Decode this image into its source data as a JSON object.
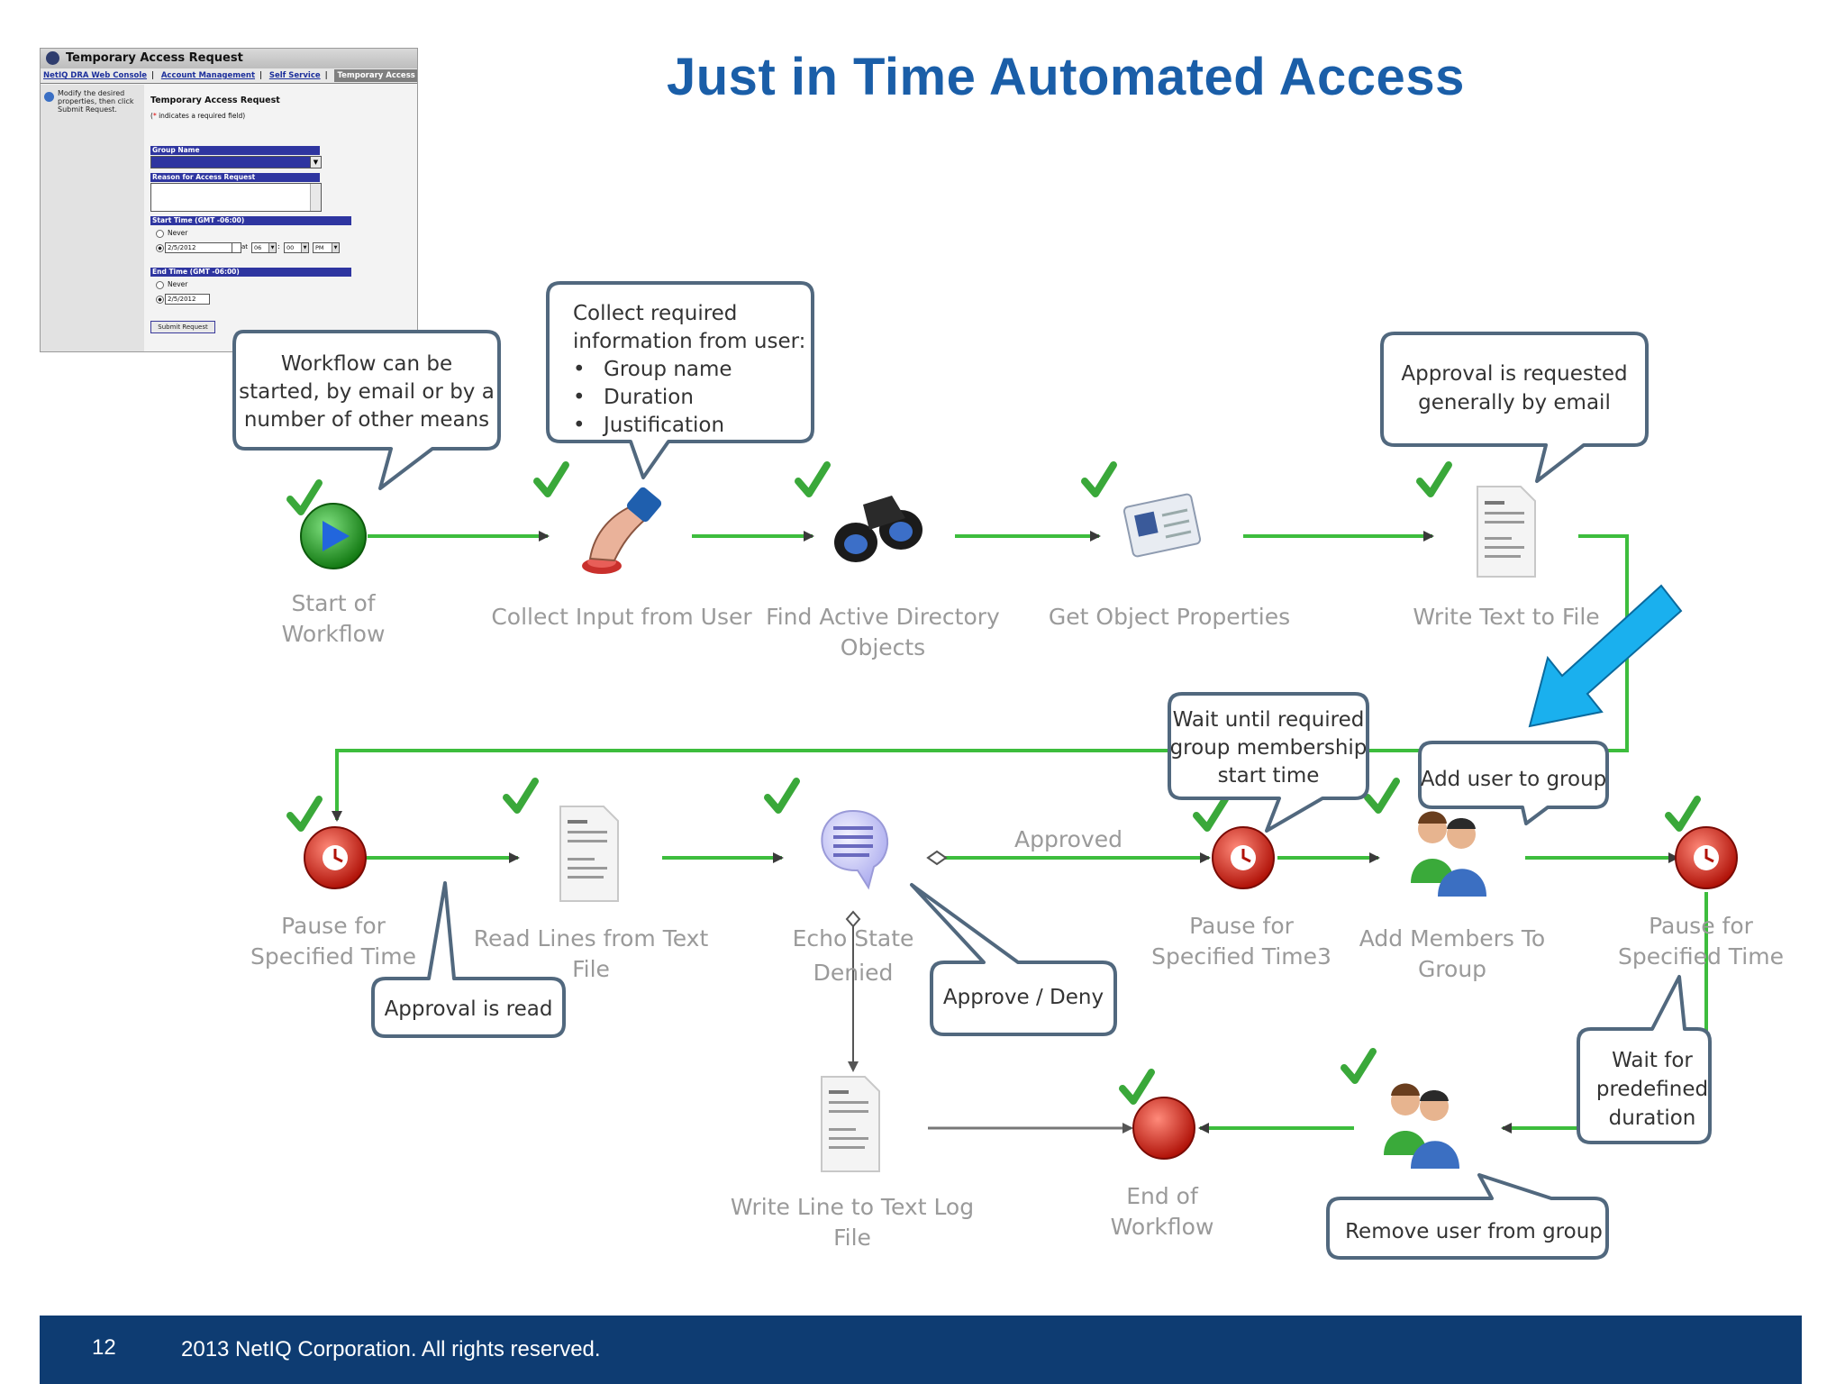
{
  "title": "Just in Time Automated Access",
  "form": {
    "window_title": "Temporary Access Request",
    "nav": [
      "NetIQ DRA Web Console",
      "Account Management",
      "Self Service"
    ],
    "nav_active": "Temporary Access Request",
    "hint": "Modify the desired properties, then click Submit Request.",
    "heading": "Temporary Access Request",
    "required_star": "*",
    "required_note": "indicates a required field)",
    "required_open": "(",
    "group_label": "Group Name",
    "reason_label": "Reason for Access Request",
    "start_label": "Start Time (GMT -06:00)",
    "start_never": "Never",
    "start_date": "2/5/2012",
    "at": "at",
    "hour": "06",
    "minute": "00",
    "ampm": "PM",
    "colon": ":",
    "end_label": "End Time (GMT -06:00)",
    "end_never": "Never",
    "end_date": "2/5/2012",
    "submit": "Submit Request"
  },
  "nodes": {
    "start": [
      "Start of",
      "Workflow"
    ],
    "collect": [
      "Collect Input from User"
    ],
    "find": [
      "Find Active Directory",
      "Objects"
    ],
    "props": [
      "Get Object Properties"
    ],
    "write": [
      "Write Text to File"
    ],
    "pause1": [
      "Pause for",
      "Specified Time"
    ],
    "read": [
      "Read Lines from Text",
      "File"
    ],
    "echo": [
      "Echo State",
      "Denied"
    ],
    "pause3": [
      "Pause for",
      "Specified Time3"
    ],
    "add": [
      "Add Members To",
      "Group"
    ],
    "pause2": [
      "Pause for",
      "Specified Time"
    ],
    "writelog": [
      "Write Line to Text Log",
      "File"
    ],
    "end": [
      "End of",
      "Workflow"
    ]
  },
  "edge_labels": {
    "approved": "Approved"
  },
  "callouts": {
    "start": [
      "Workflow can be",
      "started, by email or by a",
      "number of other means"
    ],
    "collect_title": [
      "Collect required",
      "information from user:"
    ],
    "collect_items": [
      "Group name",
      "Duration",
      "Justification"
    ],
    "approval": [
      "Approval is requested",
      "generally by email"
    ],
    "wait_start": [
      "Wait until required",
      "group membership",
      "start time"
    ],
    "add_user": [
      "Add user to group"
    ],
    "approval_read": [
      "Approval is read"
    ],
    "approve_deny": [
      "Approve / Deny"
    ],
    "wait_duration": [
      "Wait for",
      "predefined",
      "duration"
    ],
    "remove": [
      "Remove user from group"
    ]
  },
  "colors": {
    "title": "#1a5ea8",
    "flow": "#3dbd3d",
    "check": "#3aa83a",
    "arrow": "#1ab0ee",
    "footer": "#0e3c72"
  },
  "icons": {
    "start": "play-icon",
    "collect": "finger-press-icon",
    "find": "binoculars-icon",
    "props": "id-card-icon",
    "write": "document-icon",
    "pause": "clock-icon",
    "echo": "speech-bubble-icon",
    "add": "users-icon",
    "end": "stop-icon"
  },
  "footer": {
    "page_number": "12",
    "copyright": "2013 NetIQ Corporation. All rights reserved."
  }
}
